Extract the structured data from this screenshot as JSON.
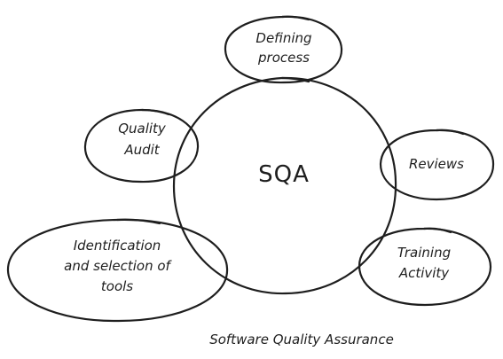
{
  "diagram": {
    "center": "SQA",
    "nodes": {
      "defining_process": [
        "Defining",
        "process"
      ],
      "quality_audit": [
        "Quality",
        "Audit"
      ],
      "reviews": [
        "Reviews"
      ],
      "identification": [
        "Identification",
        "and selection of",
        "tools"
      ],
      "training_activity": [
        "Training",
        "Activity"
      ]
    },
    "caption": "Software Quality Assurance"
  }
}
